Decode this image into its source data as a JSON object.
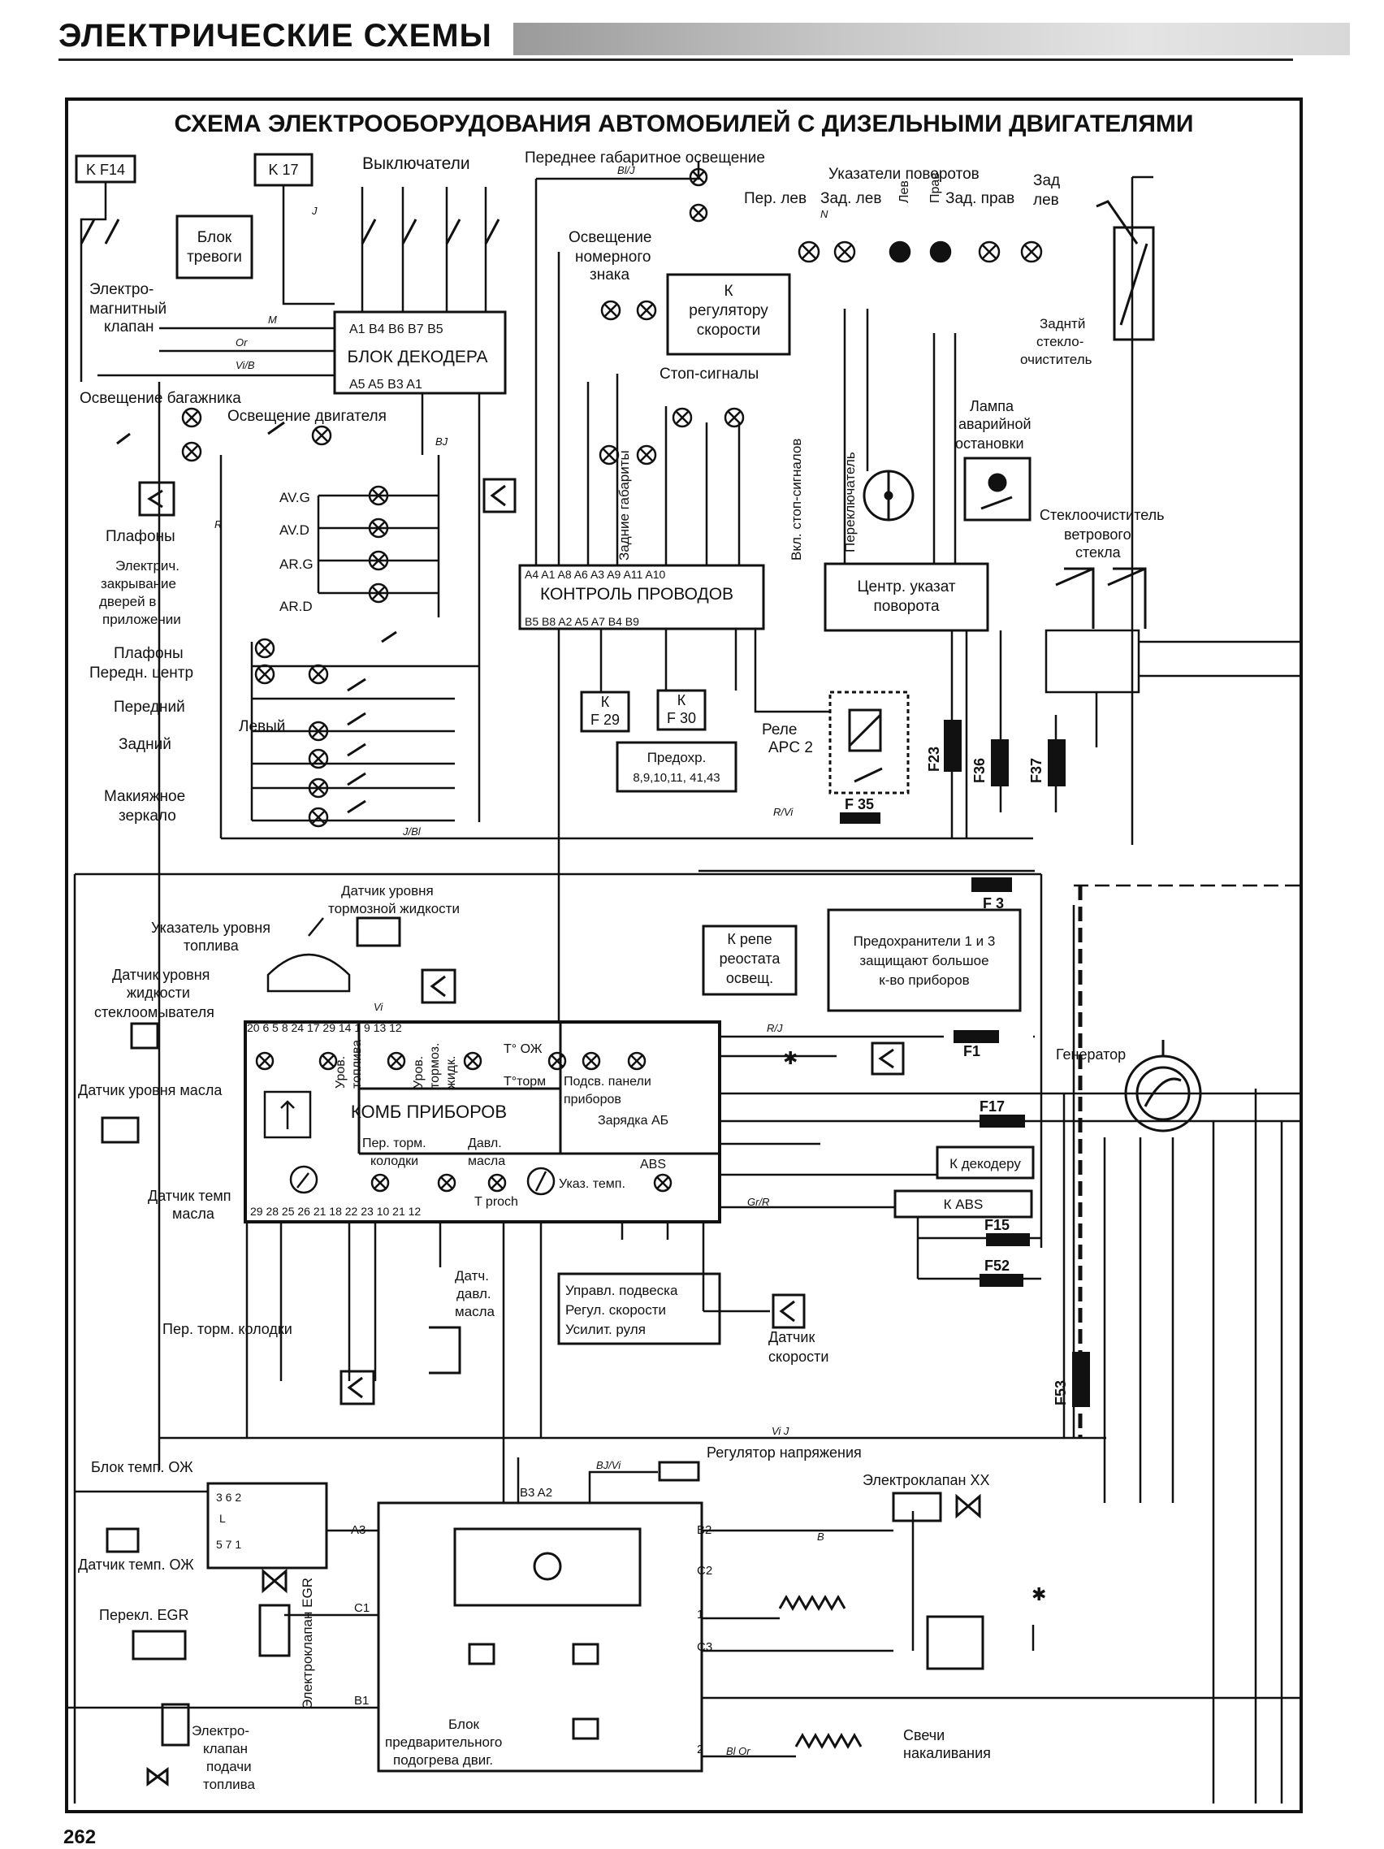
{
  "header": {
    "title": "ЭЛЕКТРИЧЕСКИЕ СХЕМЫ"
  },
  "page_number": "262",
  "diagram": {
    "title": "СХЕМА ЭЛЕКТРООБОРУДОВАНИЯ АВТОМОБИЛЕЙ С  ДИЗЕЛЬНЫМИ ДВИГАТЕЛЯМИ",
    "boxes": {
      "kf14": "K F14",
      "k17": "K 17",
      "blok_trevogi": [
        "Блок",
        "тревоги"
      ],
      "blok_dekodera": "БЛОК ДЕКОДЕРА",
      "k_regulyatoru": [
        "К",
        "регулятору",
        "скорости"
      ],
      "kontrol": "КОНТРОЛЬ ПРОВОДОВ",
      "centr": [
        "Центр. указат",
        "поворота"
      ],
      "kf29": [
        "К",
        "F 29"
      ],
      "kf30": [
        "К",
        "F 30"
      ],
      "predohr": [
        "Предохр.",
        "8,9,10,11, 41,43"
      ],
      "k_repe": [
        "К репе",
        "реостата",
        "освещ."
      ],
      "predohraniteli": [
        "Предохранители 1 и 3",
        "защищают большое",
        "к-во приборов"
      ],
      "komb": "КОМБ  ПРИБОРОВ",
      "k_dekoderu": "К декодеру",
      "k_abs": "К ABS",
      "upravl": [
        "Управл. подвеска",
        "Регул. скорости",
        "Усилит. руля"
      ],
      "blok_predv": [
        "Блок",
        "предварительного",
        "подогрева двиг."
      ]
    },
    "labels": {
      "vyklyuchateli": "Выключатели",
      "perednee_gabarit": "Переднее габаритное освещение",
      "ukazateli_povorotov": "Указатели поворотов",
      "per_lev": "Пер. лев",
      "zad_lev1": "Зад. лев",
      "lev": "Лев",
      "prav": "Прав",
      "zad_prav": "Зад. прав",
      "zad_lev2": [
        "Зад",
        "лев"
      ],
      "elektromagnitnyi": [
        "Электро-",
        "магнитный",
        "клапан"
      ],
      "osveshchenie_nomernogo": [
        "Освещение",
        "номерного",
        "знака"
      ],
      "stop_signaly": "Стоп-сигналы",
      "zadnie_gabarity": "Задние габариты",
      "vkl_stop": "Вкл. стоп-сигналов",
      "pereklyuchatel": "Переключатель",
      "zadnii_stekloochistitel": [
        "Заднтй",
        "стекло-",
        "очиститель"
      ],
      "lampa_avariinoi": [
        "Лампа",
        "аварийной",
        "остановки"
      ],
      "stekloochistitel_vetrovogo": [
        "Стеклоочиститель",
        "ветрового",
        "стекла"
      ],
      "osveshchenie_bagazhnika": "Освещение багажника",
      "osveshchenie_dvigatelya": "Освещение двигателя",
      "plafony": "Плафоны",
      "elektrich_zakryvanie": [
        "Электрич.",
        "закрывание",
        "дверей в",
        "приложении"
      ],
      "plafony_peredn": [
        "Плафоны",
        "Передн. центр"
      ],
      "perednii": "Передний",
      "zadnii": "Задний",
      "levyi": "Левый",
      "makiyazhnoe": [
        "Макияжное",
        "зеркало"
      ],
      "rele_apc": [
        "Реле",
        "APC 2"
      ],
      "datchik_tormoznoi": [
        "Датчик уровня",
        "тормозной жидкости"
      ],
      "ukazatel_urovnya_topliva": [
        "Указатель уровня",
        "топлива"
      ],
      "datchik_stekloomyvatelya": [
        "Датчик уровня",
        "жидкости",
        "стеклоомывателя"
      ],
      "datchik_urovnya_masla": "Датчик уровня масла",
      "datchik_temp_masla": [
        "Датчик темп",
        "масла"
      ],
      "per_torm_kolodki": "Пер. торм. колодки",
      "datch_davl_masla": [
        "Датч.",
        "давл.",
        "масла"
      ],
      "datchik_skorosti": [
        "Датчик",
        "скорости"
      ],
      "generator": "Генератор",
      "blok_temp_ozh": "Блок темп. ОЖ",
      "datchik_temp_ozh": "Датчик темп. ОЖ",
      "regulyator_napryazheniya": "Регулятор напряжения",
      "elektroklapan_xx": "Электроклапан ХХ",
      "perekl_egr": "Перекл. EGR",
      "elektroklapan_egr": "Электроклапан EGR",
      "elektroklapan_podachi": [
        "Электро-",
        "клапан",
        "подачи",
        "топлива"
      ],
      "svechi": [
        "Свечи",
        "накаливания"
      ],
      "av_g": "AV.G",
      "av_d": "AV.D",
      "ar_g": "AR.G",
      "ar_d": "AR.D",
      "ind_urov_topliva": [
        "Уров.",
        "топлива"
      ],
      "ind_urov_tormoz": [
        "Уров.",
        "тормоз.",
        "жидк."
      ],
      "ind_t_ozh": "T° ОЖ",
      "ind_t_torm": "T°торм",
      "ind_pods_paneli": [
        "Подсв. панели",
        "приборов"
      ],
      "ind_zaryadka": "Зарядка АБ",
      "ind_per_torm": [
        "Пер. торм.",
        "колодки"
      ],
      "ind_davl_masla": [
        "Давл.",
        "масла"
      ],
      "ind_ukaz_temp": "Указ. темп.",
      "ind_t_proch": "T proch",
      "ind_abs": "ABS"
    },
    "fuses": {
      "f35": "F 35",
      "f23": "F23",
      "f36": "F36",
      "f37": "F37",
      "f3": "F 3",
      "f1": "F1",
      "f17": "F17",
      "f15": "F15",
      "f52": "F52",
      "f53": "F53"
    },
    "wire_codes": {
      "bl_j": "Bl/J",
      "j": "J",
      "vi_b": "Vi/B",
      "vi": "Vi",
      "or": "Or",
      "m": "M",
      "b": "B",
      "r": "R",
      "n": "N",
      "bj": "BJ",
      "gr_r": "Gr/R",
      "j_bl": "J/Bl",
      "vi_j": "Vi J",
      "bj_vi": "BJ/Vi",
      "bl_or": "Bl Or",
      "r_j": "R/J",
      "r_vi": "R/Vi"
    }
  }
}
